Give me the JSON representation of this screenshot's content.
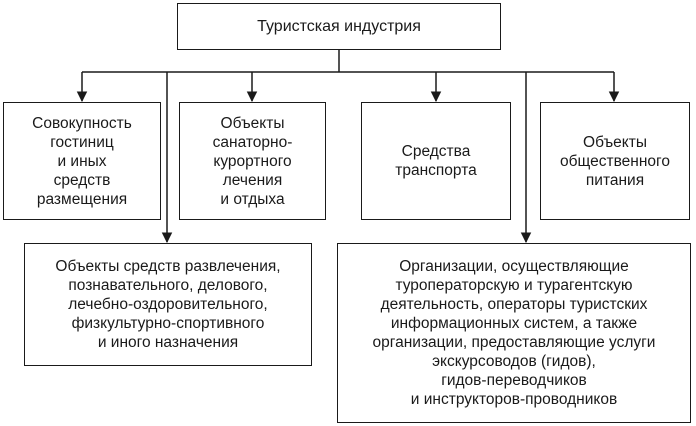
{
  "diagram": {
    "root": {
      "label": "Туристская индустрия"
    },
    "top_nodes": [
      {
        "label": "Совокупность\nгостиниц\nи иных\nсредств\nразмещения"
      },
      {
        "label": "Объекты\nсанаторно-\nкурортного\nлечения\nи отдыха"
      },
      {
        "label": "Средства\nтранспорта"
      },
      {
        "label": "Объекты\nобщественного\nпитания"
      }
    ],
    "bottom_nodes": [
      {
        "label": "Объекты средств развлечения,\nпознавательного, делового,\nлечебно-оздоровительного,\nфизкультурно-спортивного\nи иного назначения"
      },
      {
        "label": "Организации, осуществляющие\nтуроператорскую и турагентскую\nдеятельность, операторы туристских\nинформационных систем, а также\nорганизации, предоставляющие услуги\nэкскурсоводов (гидов),\nгидов-переводчиков\nи инструкторов-проводников"
      }
    ],
    "colors": {
      "line": "#1a1a1a",
      "background": "#ffffff"
    }
  }
}
